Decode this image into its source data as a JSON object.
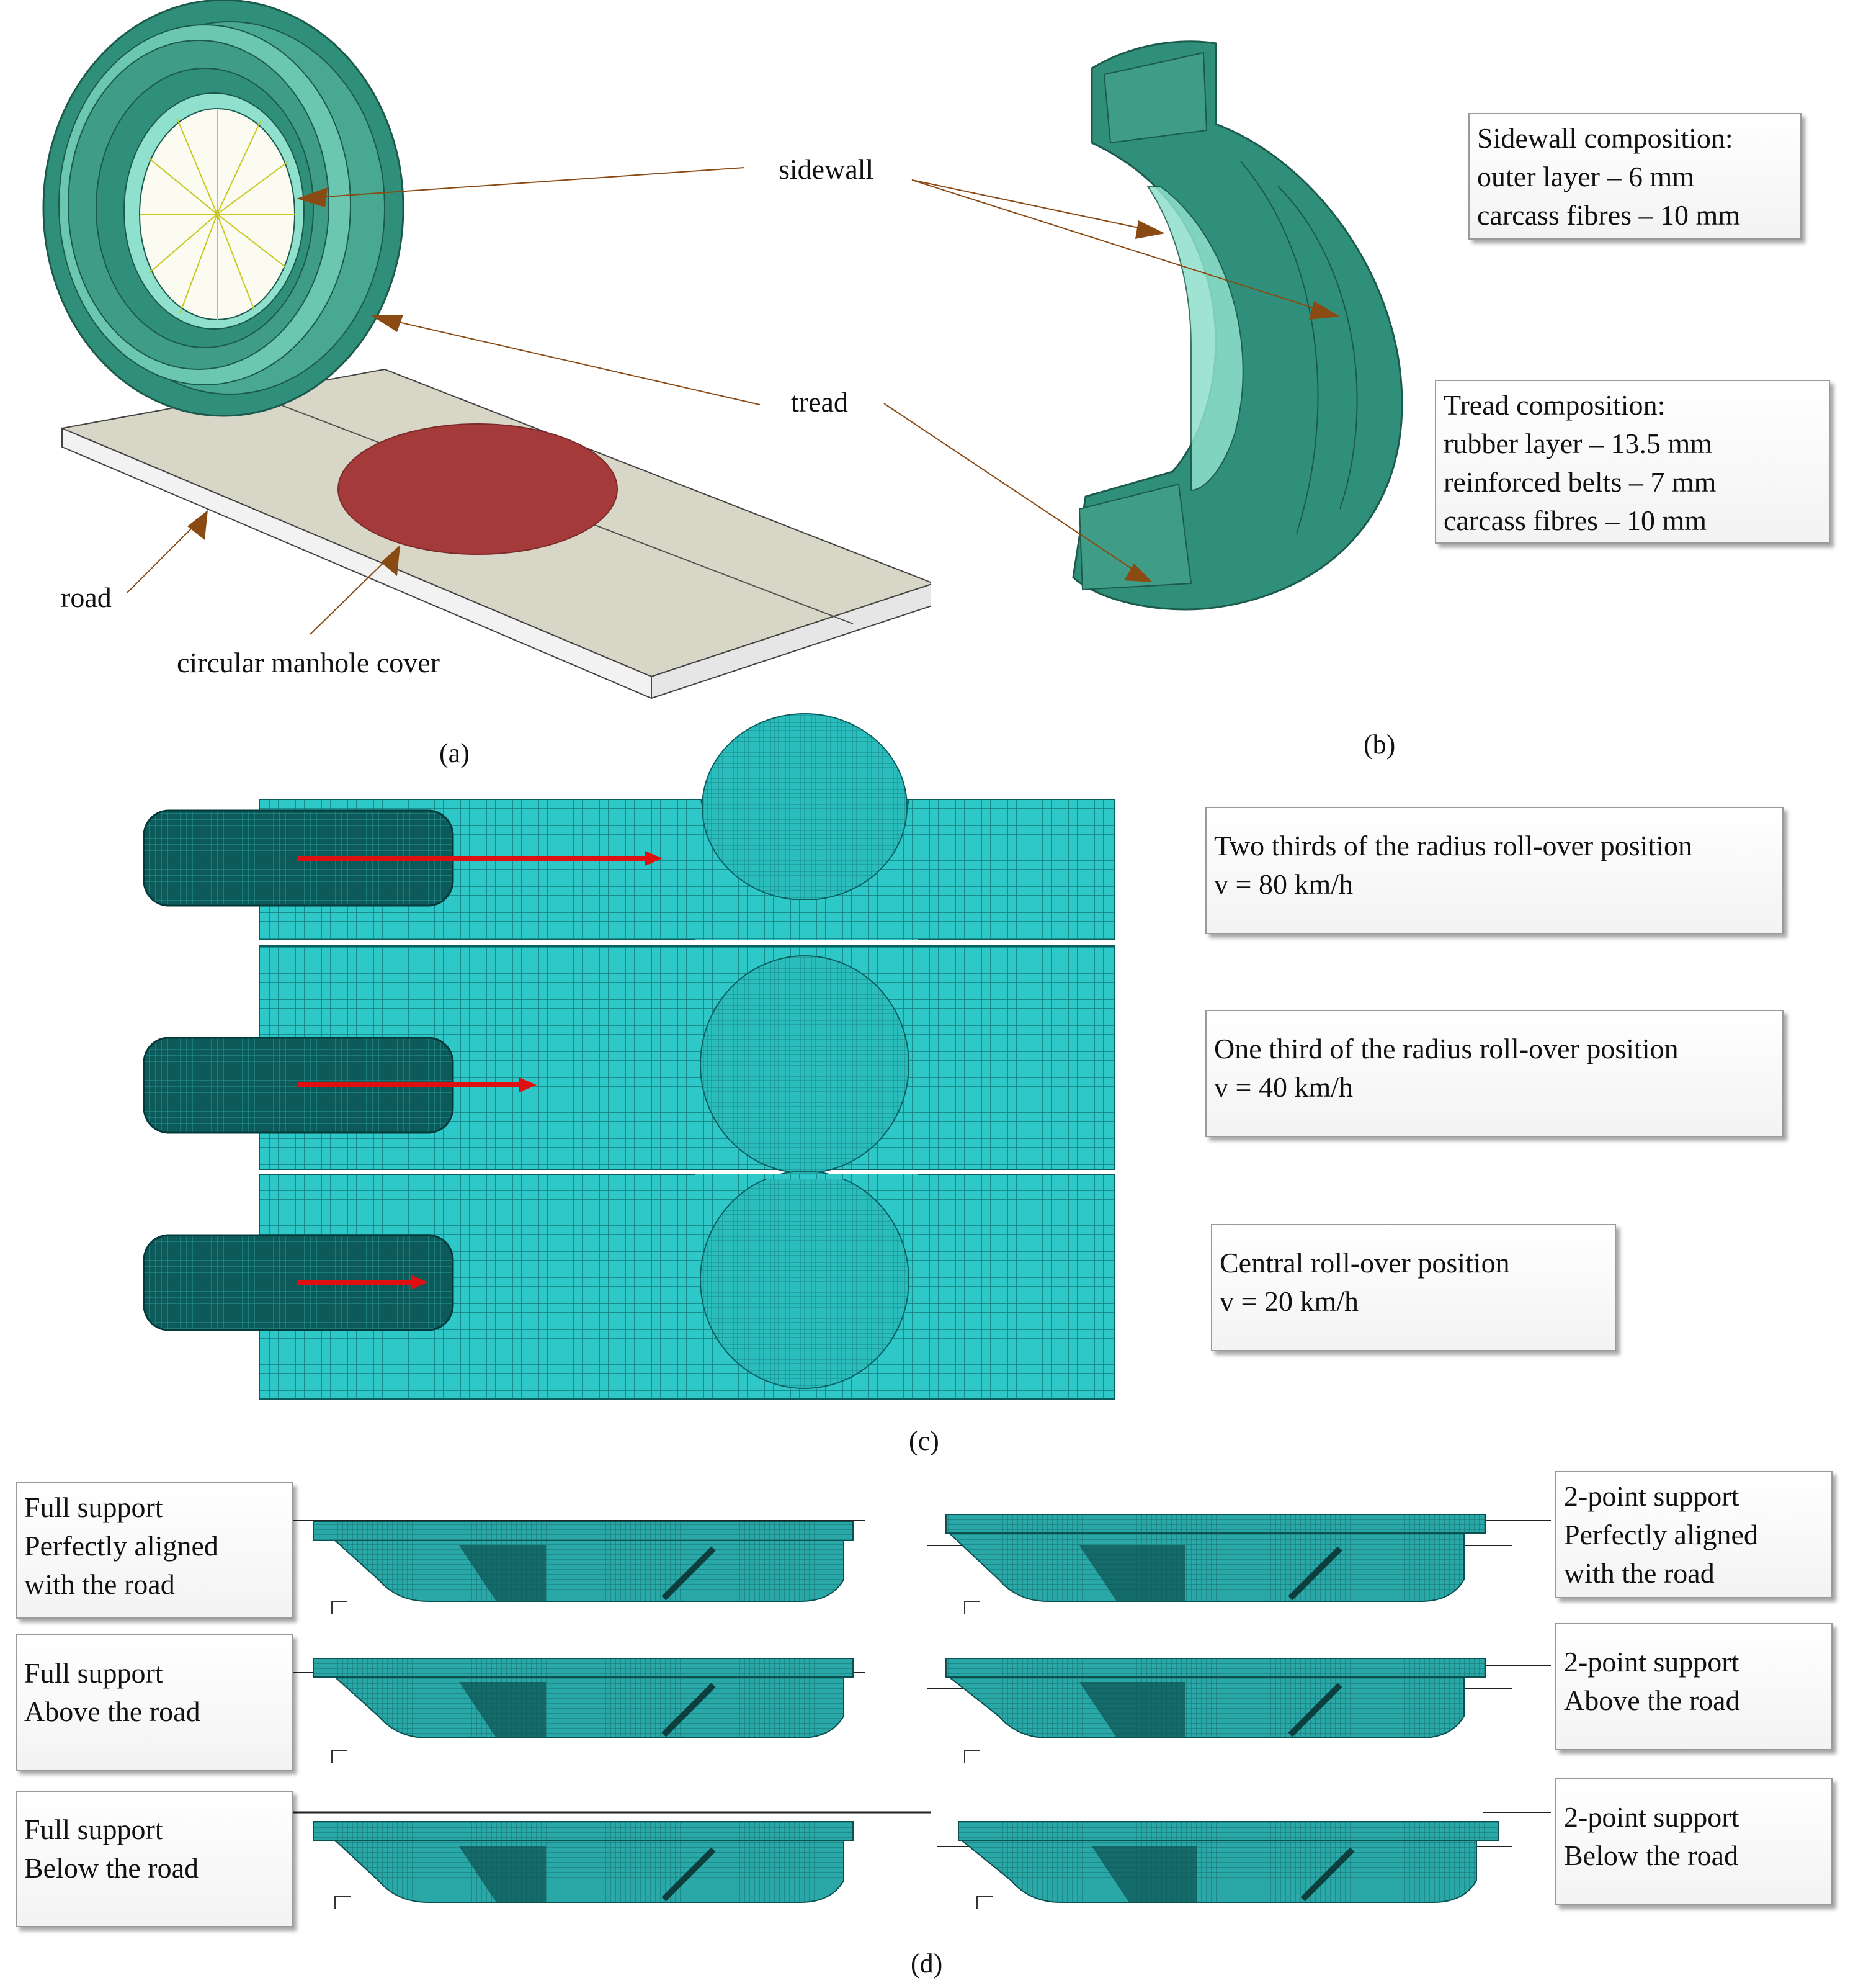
{
  "panel_a": {
    "label_sidewall": "sidewall",
    "label_tread": "tread",
    "label_road": "road",
    "label_manhole": "circular manhole cover",
    "tag": "(a)"
  },
  "panel_b": {
    "tag": "(b)",
    "sidewall_box": [
      "Sidewall composition:",
      "outer layer – 6 mm",
      "carcass fibres – 10 mm"
    ],
    "tread_box": [
      "Tread composition:",
      "rubber layer – 13.5 mm",
      "reinforced belts – 7 mm",
      "carcass fibres – 10 mm"
    ]
  },
  "panel_c": {
    "tag": "(c)",
    "positions": [
      {
        "line1": "Two thirds of the radius roll-over position",
        "line2": "v = 80 km/h"
      },
      {
        "line1": "One third of the radius roll-over position",
        "line2": "v = 40 km/h"
      },
      {
        "line1": "Central roll-over position",
        "line2": "v = 20 km/h"
      }
    ]
  },
  "panel_d": {
    "tag": "(d)",
    "left_boxes": [
      [
        "Full support",
        "Perfectly aligned",
        "with the road"
      ],
      [
        "Full support",
        "Above the road"
      ],
      [
        "Full support",
        "Below the road"
      ]
    ],
    "right_boxes": [
      [
        "2-point support",
        "Perfectly aligned",
        "with the road"
      ],
      [
        "2-point support",
        "Above the road"
      ],
      [
        "2-point support",
        "Below the road"
      ]
    ]
  },
  "colors": {
    "tyre": "#2f8f7a",
    "tyre_light": "#8fe0cc",
    "road": "#d8d6c6",
    "manhole": "#a53a3a",
    "mesh": "#2fc8c8",
    "arrow_red": "#e01010",
    "pointer_brown": "#8a4a14"
  }
}
